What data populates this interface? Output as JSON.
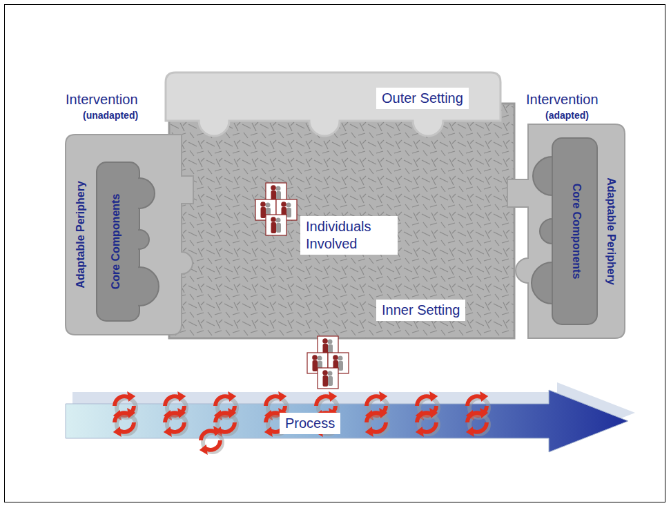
{
  "diagram": {
    "nodes": [
      {
        "text": [
          "Intervention",
          "(unadapted)",
          "Adaptable Periphery"
        ]
      },
      {
        "text": [
          "Core Components"
        ],
        "in": 0
      },
      {
        "text": [
          "Outer Setting"
        ]
      },
      {
        "text": [
          "Inner Setting"
        ]
      },
      {
        "text": [
          "Individuals Involved"
        ],
        "in": 3
      },
      {
        "text": [
          "Intervention",
          "(adapted)",
          "Adaptable Periphery"
        ]
      },
      {
        "text": [
          "Core Components"
        ],
        "in": 5
      },
      {
        "text": [
          "Process"
        ]
      }
    ]
  }
}
